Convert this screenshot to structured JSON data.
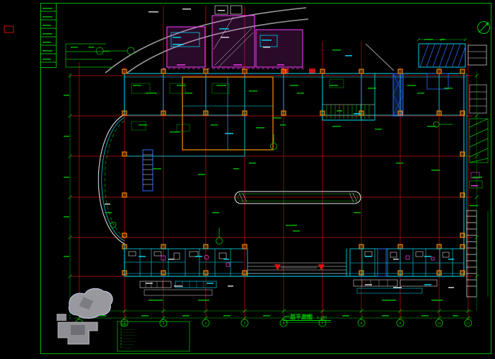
{
  "palette": {
    "background": "#000000",
    "frame_green": "#00b400",
    "grid_red": "#cc1111",
    "cyan": "#00e5ff",
    "blue": "#2b6bff",
    "magenta": "#ff3dff",
    "orange": "#ff9100",
    "white_line": "#e8e8e8",
    "gray_road": "#9a9a9a",
    "green": "#00c400"
  },
  "grid": {
    "vertical_x": [
      112,
      176,
      231,
      291,
      346,
      401,
      456,
      511,
      566,
      621,
      662
    ],
    "vertical_top": {
      "112": 88,
      "176": 95,
      "231": 8,
      "291": 8,
      "346": 8,
      "401": 95,
      "456": 58,
      "511": 58,
      "566": 95,
      "621": 95,
      "662": 60
    },
    "horizontal_y": [
      107,
      164,
      221,
      279,
      336,
      391
    ],
    "bubble_labels": [
      "1",
      "2",
      "3",
      "4",
      "5",
      "6",
      "7",
      "8",
      "9",
      "10",
      "11"
    ]
  },
  "drawing_title": {
    "text": "一层平面图",
    "scale": "1:100"
  },
  "notes": {
    "title": "说明:",
    "lines": [
      "1. ..................",
      "2. ..............",
      "3. ..................",
      "4. ............",
      "5. ..................",
      "6. ..............",
      "7. .........."
    ]
  }
}
